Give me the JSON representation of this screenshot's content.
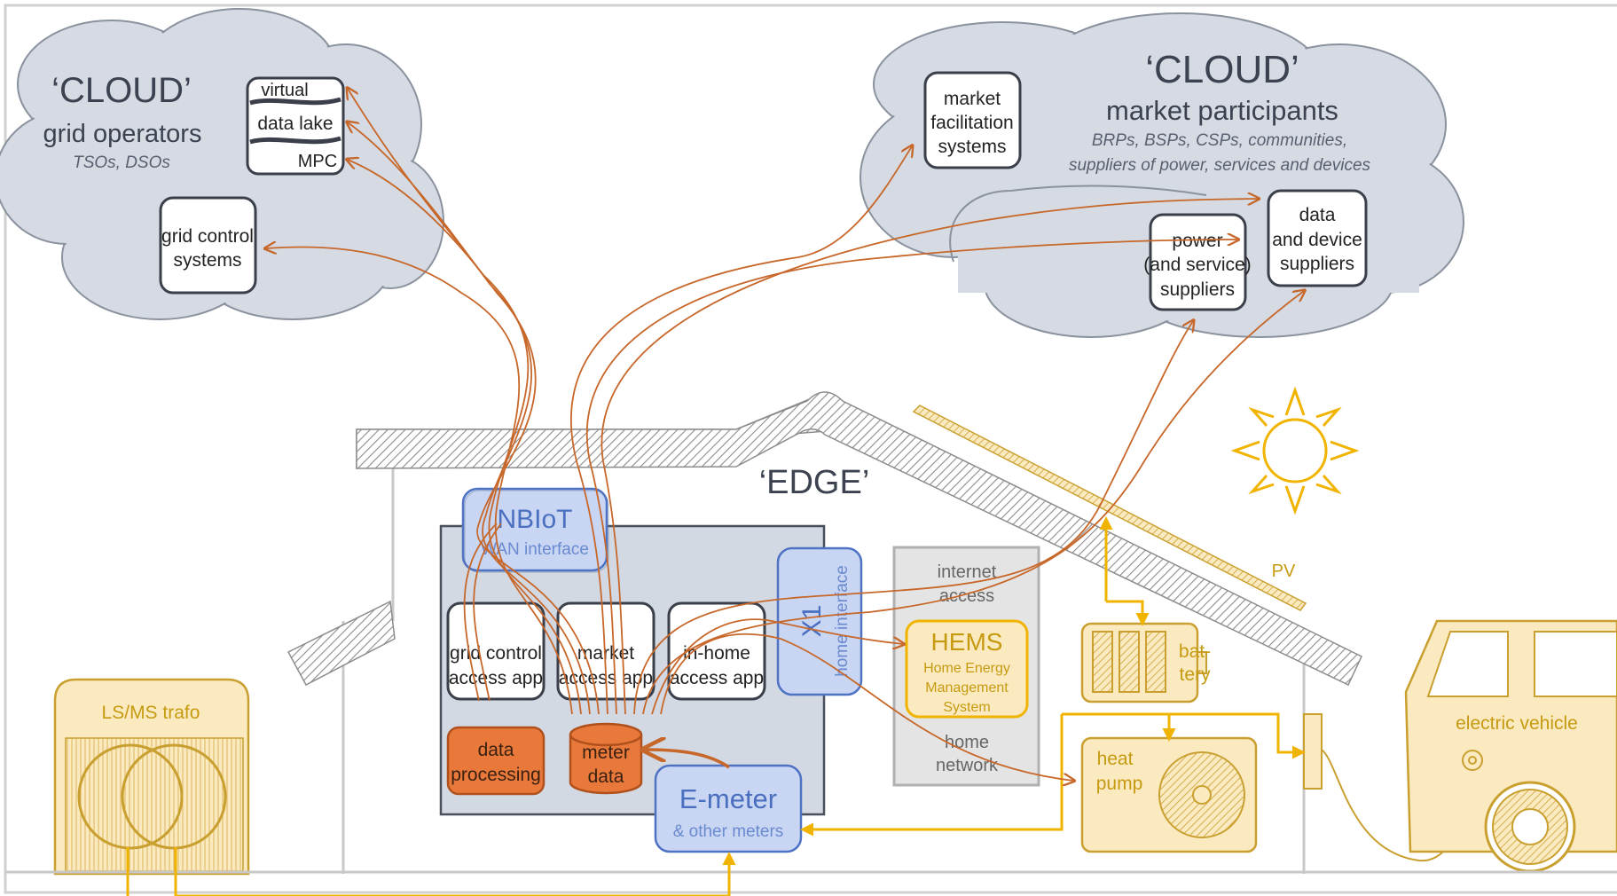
{
  "colors": {
    "cloud_fill": "#d5dae3",
    "cloud_stroke": "#8a929e",
    "box_stroke": "#3a3f4a",
    "edge_fill": "#d3d9e3",
    "blue_fill": "#c9d6f3",
    "blue_stroke": "#4e72c4",
    "blue_text": "#4a6fc0",
    "orange_fill": "#e8793b",
    "orange_stroke": "#b0501c",
    "link_color": "#c7672a",
    "yellow": "#f0b400",
    "yellow_fill": "#fbeac0",
    "yellow_text": "#c69a10",
    "network_fill": "#e4e4e4",
    "roof_stroke": "#8c8c8c",
    "dark_text": "#3c4250"
  },
  "cloud_grid": {
    "title": "‘CLOUD’",
    "subtitle": "grid operators",
    "note": "TSOs, DSOs",
    "datalake": {
      "top": "virtual",
      "middle": "data lake",
      "bottom": "MPC"
    },
    "grid_control": [
      "grid control",
      "systems"
    ]
  },
  "cloud_market": {
    "title": "‘CLOUD’",
    "subtitle": "market participants",
    "note_line1": "BRPs, BSPs, CSPs, communities,",
    "note_line2": "suppliers of power, services and devices",
    "facilitation": [
      "market",
      "facilitation",
      "systems"
    ],
    "power": [
      "power",
      "(and service)",
      "suppliers"
    ],
    "device": [
      "data",
      "and device",
      "suppliers"
    ]
  },
  "edge": {
    "title": "‘EDGE’",
    "nbiot_title": "NBIoT",
    "nbiot_sub": "WAN interface",
    "x1_title": "X1",
    "x1_sub": "home interface",
    "apps": {
      "grid": [
        "grid control",
        "access app"
      ],
      "market": [
        "market",
        "access app"
      ],
      "inhome": [
        "in-home",
        "access app"
      ]
    },
    "data_processing": [
      "data",
      "processing"
    ],
    "meter_data": [
      "meter",
      "data"
    ],
    "emeter_title": "E-meter",
    "emeter_sub": "& other meters"
  },
  "home_network": {
    "internet": [
      "internet",
      "access"
    ],
    "hems_title": "HEMS",
    "hems_sub": [
      "Home Energy",
      "Management",
      "System"
    ],
    "home": [
      "home",
      "network"
    ]
  },
  "devices": {
    "pv": "PV",
    "battery": [
      "bat-",
      "tery"
    ],
    "heat_pump": [
      "heat",
      "pump"
    ],
    "ev": "electric vehicle",
    "trafo": "LS/MS trafo"
  }
}
